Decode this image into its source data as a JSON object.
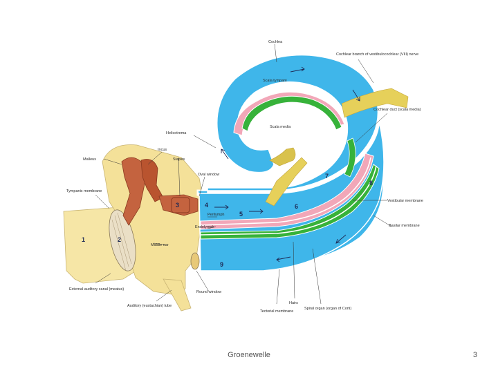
{
  "footer": {
    "author": "Groenewelle",
    "page_number": "3"
  },
  "diagram": {
    "labels": {
      "cochlea": "Cochlea",
      "cochlear_branch": "Cochlear branch of vestibulocochlear (VIII) nerve",
      "scala_tympani": "Scala tympani",
      "scala_media": "Scala media",
      "cochlear_duct": "Cochlear duct (scala media)",
      "helicotrema": "Helicotrema",
      "malleus": "Malleus",
      "incus": "Incus",
      "stapes": "Stapes",
      "oval_window": "Oval window",
      "tympanic_membrane": "Tympanic membrane",
      "perilymph": "Perilymph",
      "endolymph": "Endolymph",
      "middle_ear": "Middle ear",
      "vestibular_membrane": "Vestibular membrane",
      "basilar_membrane": "Basilar membrane",
      "external_auditory_canal": "External auditory canal (meatus)",
      "round_window": "Round window",
      "auditory_tube": "Auditory (eustachian) tube",
      "tectorial_membrane": "Tectorial membrane",
      "hairs": "Hairs",
      "spiral_organ": "Spiral organ (organ of Corti)"
    },
    "numbers": [
      "1",
      "2",
      "3",
      "4",
      "5",
      "6",
      "7",
      "8",
      "9"
    ],
    "colors": {
      "perilymph": "#3fb6ea",
      "endolymph": "#f2a7b8",
      "spiral_organ": "#37b23a",
      "ossicles": "#c4633f",
      "middle_ear": "#f4e199",
      "external_ear": "#f6e6a6",
      "nerve": "#e6d05a",
      "outline": "#ffffff"
    }
  }
}
